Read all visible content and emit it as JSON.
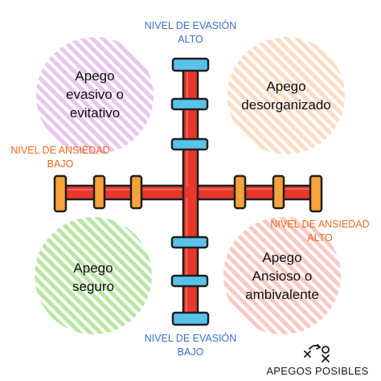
{
  "colors": {
    "axis_red": "#e8372b",
    "outline": "#1f1f1f",
    "cap_blue": "#58c3e8",
    "cap_orange": "#f7a23a",
    "label_blue": "#3d6fd1",
    "label_orange": "#ee6a1c",
    "quad_top_left": "#e8c6ee",
    "quad_top_right": "#fbdcc4",
    "quad_bottom_left": "#b8e6a3",
    "quad_bottom_right": "#f9c9c4"
  },
  "axes": {
    "evasion_high": {
      "line1": "NIVEL DE EVASIÓN",
      "line2": "ALTO"
    },
    "evasion_low": {
      "line1": "NIVEL DE EVASIÓN",
      "line2": "BAJO"
    },
    "anxiety_low": {
      "line1": "NIVEL DE ANSIEDAD",
      "line2": "BAJO"
    },
    "anxiety_high": {
      "line1": "NIVEL DE ANSIEDAD",
      "line2": "ALTO"
    }
  },
  "quadrants": {
    "top_left": {
      "line1": "Apego",
      "line2": "evasivo o",
      "line3": "evitativo"
    },
    "top_right": {
      "line1": "Apego",
      "line2": "desorganizado"
    },
    "bottom_left": {
      "line1": "Apego",
      "line2": "seguro"
    },
    "bottom_right": {
      "line1": "Apego",
      "line2": "Ansioso o",
      "line3": "ambivalente"
    }
  },
  "brand": {
    "name": "APEGOS POSIBLES",
    "icon": "x-arrow-o-play-icon"
  }
}
